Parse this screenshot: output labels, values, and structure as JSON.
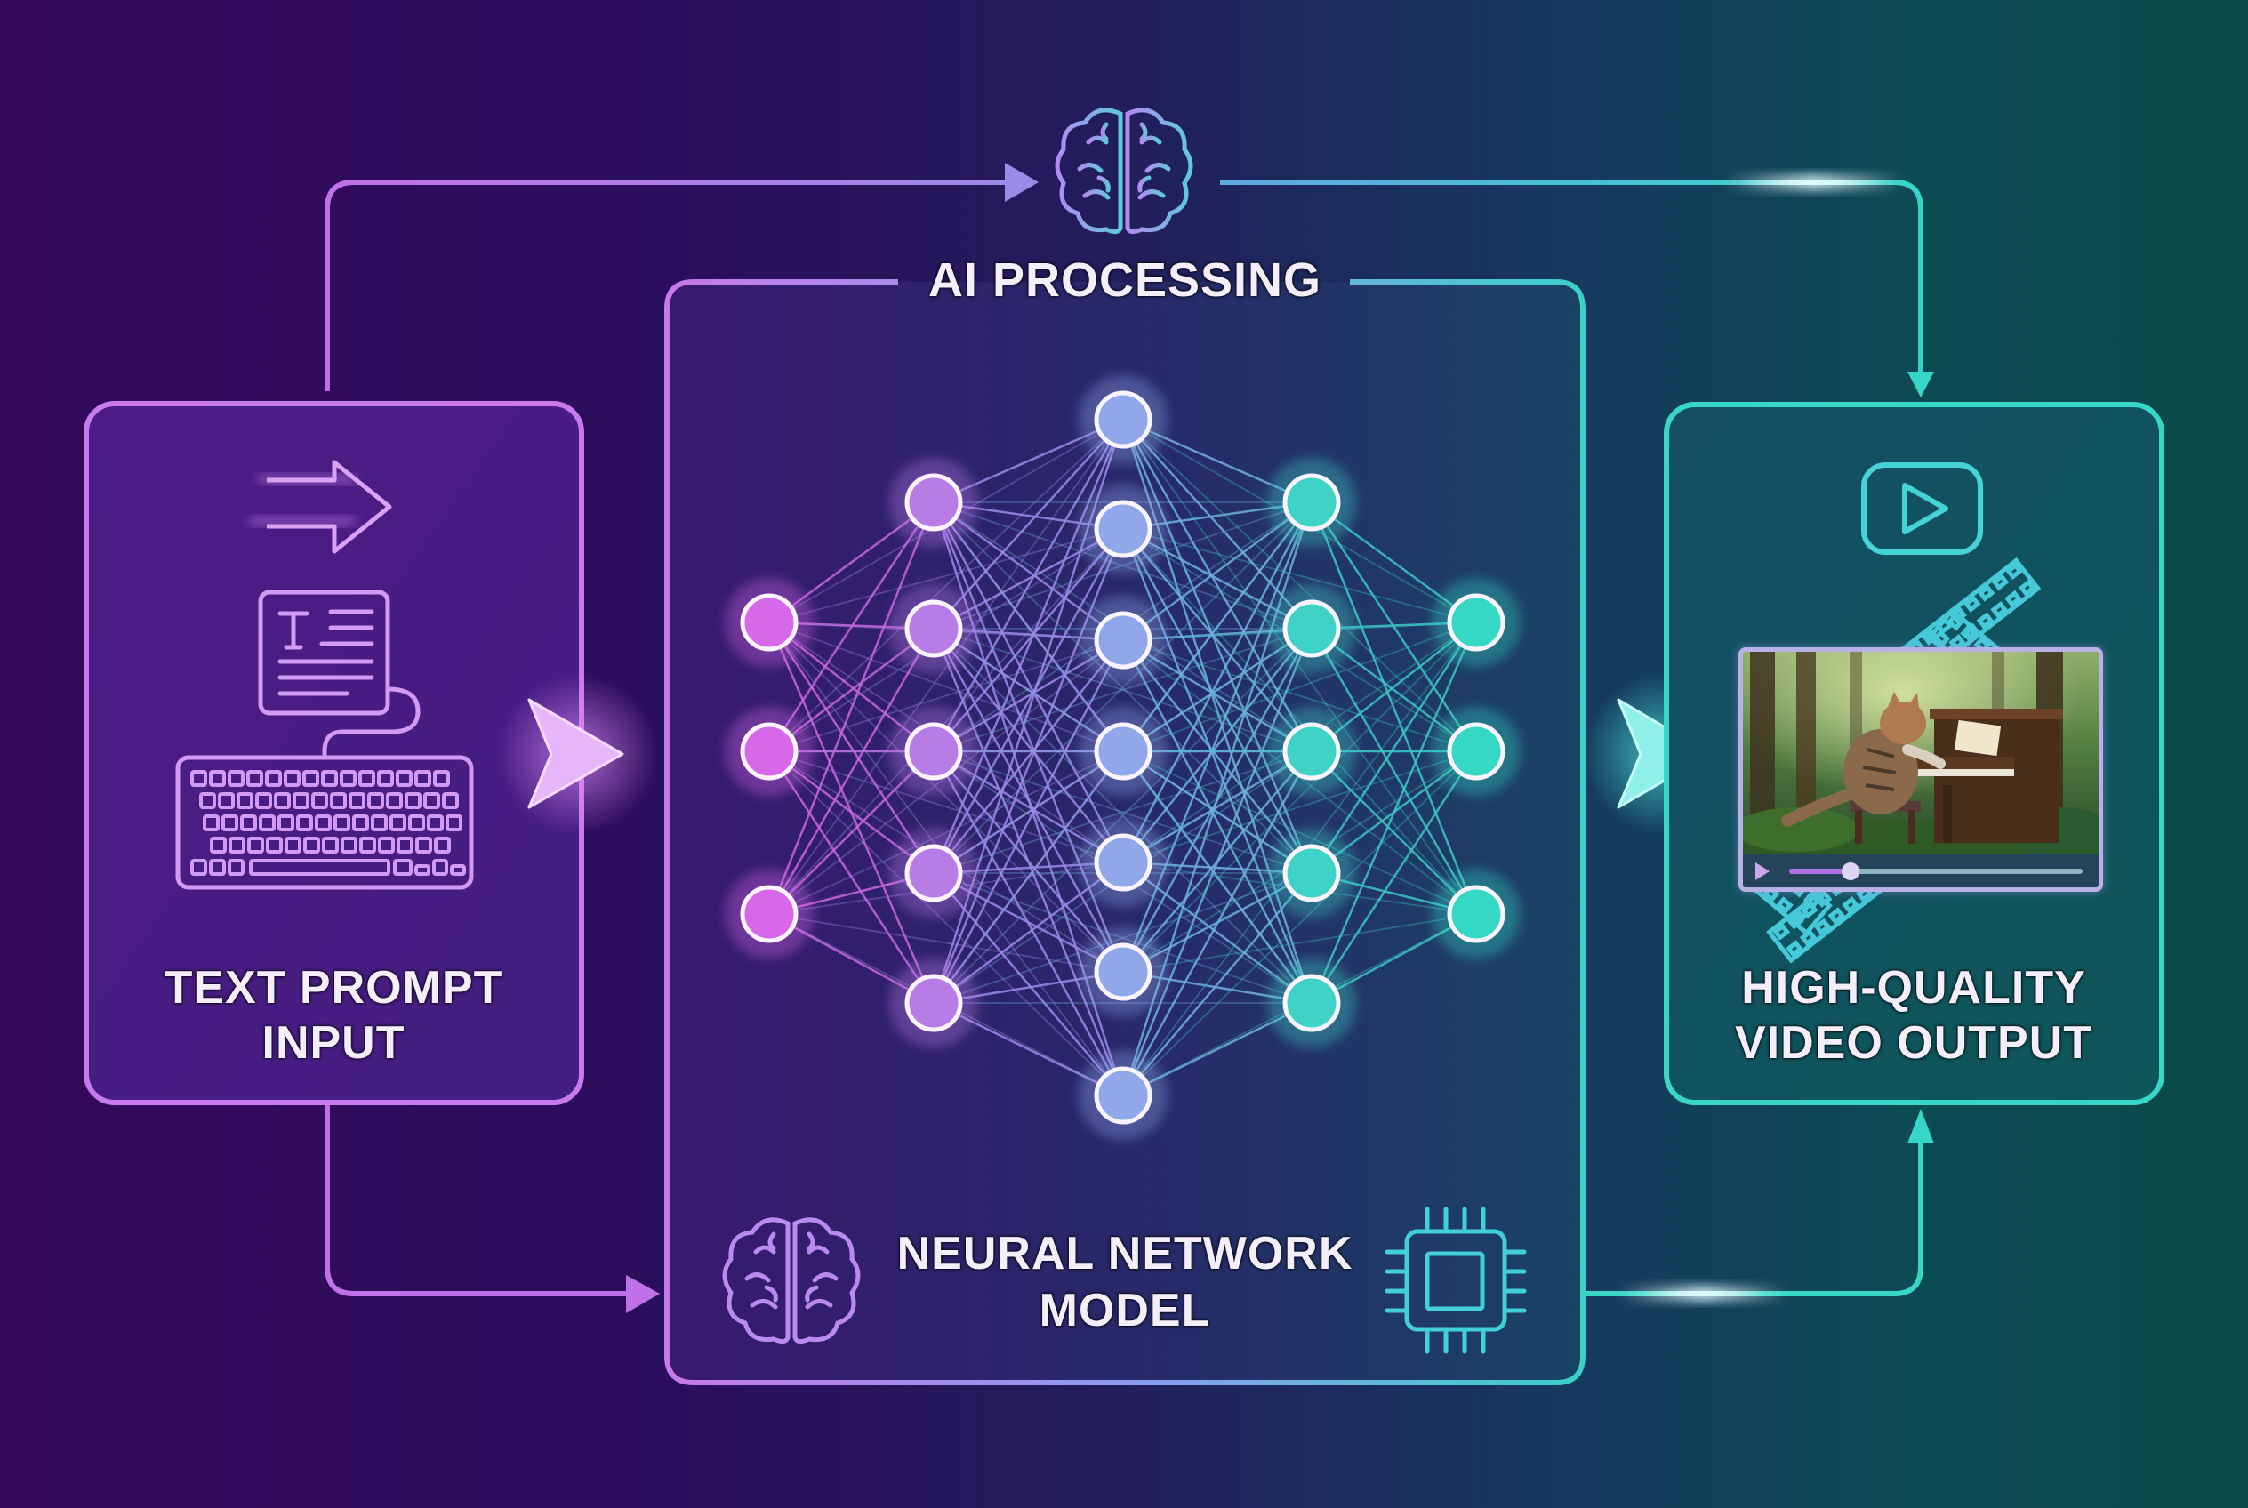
{
  "diagram": {
    "title": "Text-to-Video AI Pipeline",
    "colors": {
      "input_accent": "#c879ec",
      "processing_accent": "#a8a4f0",
      "output_accent": "#38d6c6",
      "label_text": "#f3eef8"
    },
    "stages": {
      "input": {
        "label_line1": "TEXT PROMPT",
        "label_line2": "INPUT",
        "icons": [
          "arrow-right-icon",
          "text-document-monitor-icon",
          "keyboard-icon"
        ]
      },
      "processing": {
        "title": "AI PROCESSING",
        "model_line1": "NEURAL NETWORK",
        "model_line2": "MODEL",
        "icons": [
          "brain-icon",
          "brain-icon",
          "chip-icon"
        ],
        "network_layers": [
          3,
          5,
          7,
          5,
          3
        ]
      },
      "output": {
        "label_line1": "HIGH-QUALITY",
        "label_line2": "VIDEO OUTPUT",
        "icons": [
          "play-button-icon",
          "film-strip-icon",
          "video-player-icon"
        ],
        "video_preview": {
          "scene": "Cat playing an upright piano in a forest",
          "progress": 0.21
        }
      }
    },
    "flows": [
      {
        "from": "input",
        "to": "processing",
        "route": "top",
        "icon": "brain-icon"
      },
      {
        "from": "input",
        "to": "processing",
        "route": "direct"
      },
      {
        "from": "input",
        "to": "processing",
        "route": "bottom"
      },
      {
        "from": "processing",
        "to": "output",
        "route": "top"
      },
      {
        "from": "processing",
        "to": "output",
        "route": "direct"
      },
      {
        "from": "processing",
        "to": "output",
        "route": "bottom"
      }
    ]
  }
}
